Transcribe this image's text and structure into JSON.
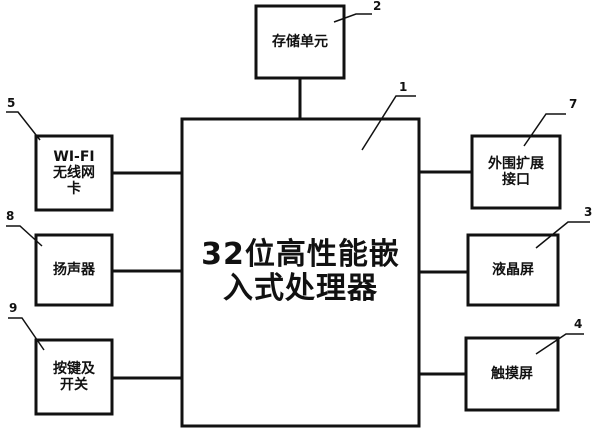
{
  "processor": {
    "label": "32位高性能嵌入式处理器",
    "ref": "1"
  },
  "blocks": {
    "storage": {
      "label": "存储单元",
      "ref": "2"
    },
    "lcd": {
      "label": "液晶屏",
      "ref": "3"
    },
    "touch": {
      "label": "触摸屏",
      "ref": "4"
    },
    "wifi": {
      "label": "WI-FI\n无线网\n卡",
      "ref": "5"
    },
    "expansion": {
      "label": "外围扩展\n接口",
      "ref": "7"
    },
    "speaker": {
      "label": "扬声器",
      "ref": "8"
    },
    "keys": {
      "label": "按键及\n开关",
      "ref": "9"
    }
  }
}
